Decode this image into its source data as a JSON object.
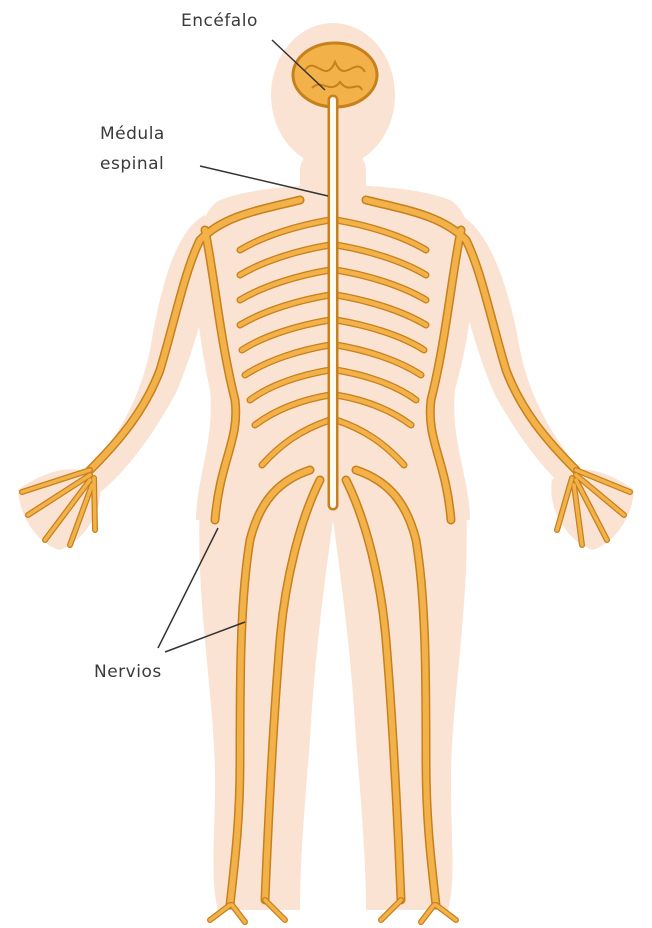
{
  "labels": {
    "brain": "Encéfalo",
    "spinal_cord_line1": "Médula",
    "spinal_cord_line2": "espinal",
    "nerves": "Nervios"
  },
  "colors": {
    "background": "#ffffff",
    "body_silhouette": "#fbe3d3",
    "nerve_fill": "#f3b14a",
    "nerve_outline": "#c6801c",
    "spinal_cord": "#fffaf0",
    "leader_line": "#333333",
    "label_text": "#3a3a3a"
  }
}
